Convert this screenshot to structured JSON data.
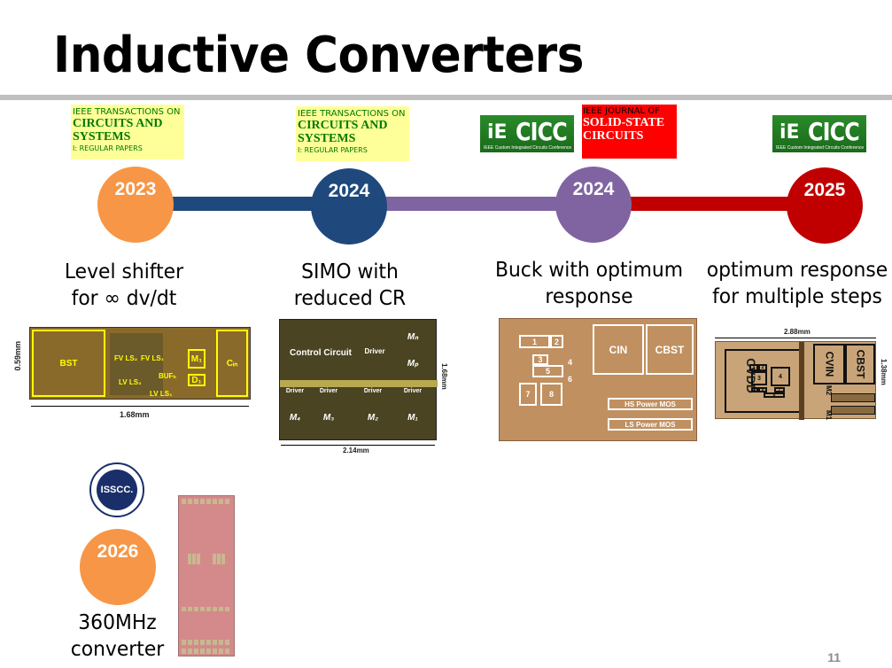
{
  "slide": {
    "title": "Inductive Converters",
    "page_number": "11"
  },
  "venues": {
    "tcas_1": {
      "l1": "IEEE TRANSACTIONS ON",
      "l2": "CIRCUITS AND",
      "l3": "SYSTEMS",
      "l4": "I: REGULAR PAPERS"
    },
    "tcas_2": {
      "l1": "IEEE TRANSACTIONS ON",
      "l2": "CIRCUITS AND",
      "l3": "SYSTEMS",
      "l4": "I: REGULAR PAPERS"
    },
    "cicc_1": {
      "mark": "iE",
      "name": "CICC",
      "sub": "IEEE Custom Integrated Circuits Conference"
    },
    "jssc": {
      "l1": "IEEE JOURNAL OF",
      "l2": "SOLID-STATE",
      "l3": "CIRCUITS"
    },
    "cicc_2": {
      "mark": "iE",
      "name": "CICC",
      "sub": "IEEE Custom Integrated Circuits Conference"
    },
    "isscc": {
      "name": "ISSCC."
    }
  },
  "timeline": [
    {
      "year": "2023",
      "color": "#f79646",
      "label_line1": "Level shifter",
      "label_line2": "for ∞ dv/dt"
    },
    {
      "year": "2024",
      "color": "#1f497d",
      "label_line1": "SIMO with",
      "label_line2": "reduced CR"
    },
    {
      "year": "2024",
      "color": "#8064a2",
      "label_line1": "Buck with optimum",
      "label_line2": "response"
    },
    {
      "year": "2025",
      "color": "#c00000",
      "label_line1": "optimum response",
      "label_line2": "for multiple steps"
    },
    {
      "year": "2026",
      "color": "#f79646",
      "label_line1": "360MHz",
      "label_line2": "converter"
    }
  ],
  "connectors": [
    {
      "from": "2023",
      "to": "2024",
      "color": "#1f497d"
    },
    {
      "from": "2024",
      "to": "2024",
      "color": "#8064a2"
    },
    {
      "from": "2024",
      "to": "2025",
      "color": "#c00000"
    }
  ],
  "die_photos": {
    "level_shifter": {
      "width_label": "1.68mm",
      "height_label": "0.59mm",
      "blocks": [
        "BST",
        "FV LS₂",
        "FV LS₁",
        "BUFₕ",
        "LV LS₂",
        "LV LS₁",
        "M₁",
        "D₁",
        "Cᵢₙ"
      ]
    },
    "simo": {
      "width_label": "2.14mm",
      "height_label": "1.68mm",
      "blocks": [
        "Control Circuit",
        "Driver",
        "Mₙ",
        "Mₚ",
        "Driver",
        "Driver",
        "Driver",
        "Driver",
        "M₄",
        "M₃",
        "M₂",
        "M₁"
      ]
    },
    "buck": {
      "blocks": [
        "1",
        "2",
        "3",
        "4",
        "5",
        "6",
        "7",
        "8",
        "Cᴵɴ",
        "Cʙₛᴛ",
        "HS Power MOS",
        "LS Power MOS"
      ],
      "cin": "CIN",
      "cbst": "CBST"
    },
    "multi_step": {
      "width_label": "2.88mm",
      "height_label": "1.38mm",
      "blocks": [
        "CVDD",
        "CVIN",
        "CBST",
        "M2",
        "M1",
        "1",
        "2",
        "3",
        "4",
        "5",
        "6",
        "7",
        "8"
      ]
    }
  }
}
